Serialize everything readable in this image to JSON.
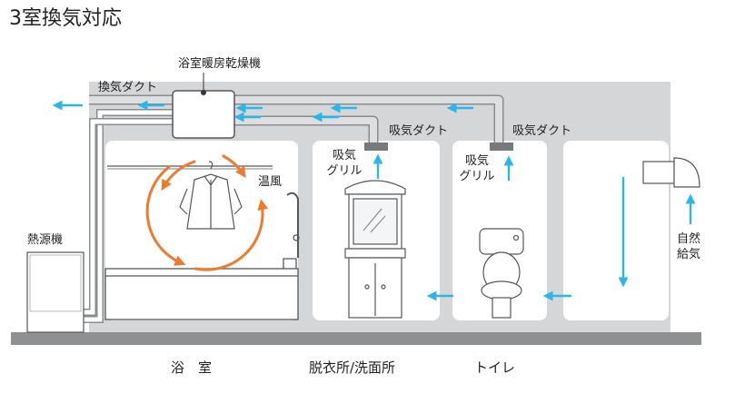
{
  "title": "3室換気対応",
  "labels": {
    "unit": "浴室暖房乾燥機",
    "exhaust_duct": "換気ダクト",
    "intake_duct_1": "吸気ダクト",
    "intake_duct_2": "吸気ダクト",
    "grille_1_line1": "吸気",
    "grille_1_line2": "グリル",
    "grille_2_line1": "吸気",
    "grille_2_line2": "グリル",
    "warm_air": "温風",
    "heat_source": "熱源機",
    "natural_line1": "自然",
    "natural_line2": "給気"
  },
  "rooms": {
    "bathroom": "浴　室",
    "washroom": "脱衣所/洗面所",
    "toilet": "トイレ"
  },
  "colors": {
    "wall": "#d4d6d8",
    "floor": "#8e9092",
    "room": "#ffffff",
    "duct": "#cfd1d3",
    "line": "#8a8c8e",
    "airflow": "#29b6e8",
    "warm": "#f07a2c",
    "grille": "#77797b"
  },
  "icons": [
    "airflow-arrow-icon",
    "warm-air-circulation-icon",
    "shirt-icon",
    "mirror-icon",
    "toilet-icon",
    "shower-icon",
    "vent-hood-icon"
  ]
}
